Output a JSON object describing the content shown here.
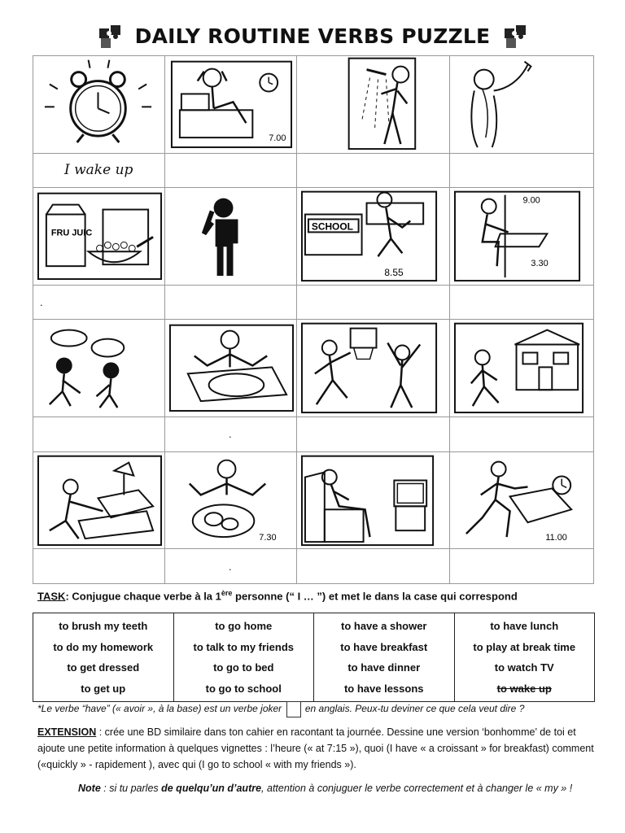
{
  "title": "DAILY ROUTINE VERBS PUZZLE",
  "icons": [
    "puzzle-icon",
    "puzzle-icon"
  ],
  "grid": {
    "rows": [
      {
        "pictures": [
          "alarm-clock",
          "waking-in-bed-7.00",
          "shower",
          "getting-dressed"
        ],
        "labels": [
          "I wake up",
          "",
          "",
          ""
        ],
        "clock_labels": [
          "",
          "7.00",
          "",
          ""
        ]
      },
      {
        "pictures": [
          "fruit-juice-cereal",
          "brushing-teeth",
          "walking-to-school",
          "lessons-at-desk"
        ],
        "labels": [
          ".",
          "",
          "",
          ""
        ],
        "clock_labels": [
          "",
          "",
          "8.55",
          "9.00 3.30"
        ],
        "sign_labels": [
          "FRU JUIC",
          "",
          "SCHOOL",
          ""
        ]
      },
      {
        "pictures": [
          "talking-friends",
          "having-lunch",
          "playing-basketball",
          "walking-home"
        ],
        "labels": [
          "",
          ".",
          "",
          ""
        ]
      },
      {
        "pictures": [
          "doing-homework",
          "having-dinner-7.30",
          "watching-tv",
          "going-to-bed-11.00"
        ],
        "labels": [
          "",
          ".",
          "",
          ""
        ],
        "clock_labels": [
          "",
          "7.30",
          "",
          "11.00"
        ]
      }
    ]
  },
  "task": {
    "label": "TASK",
    "text_a": ": Conjugue chaque verbe à la 1",
    "sup": "ère",
    "text_b": " personne (“ I … ”) et met le dans la case qui correspond"
  },
  "verbs": [
    [
      "to brush my teeth",
      "to do my homework",
      "to get dressed",
      "to get up"
    ],
    [
      "to go home",
      "to talk to my friends",
      "to go to bed",
      "to go to school"
    ],
    [
      "to have a shower",
      "to have breakfast",
      "to have dinner",
      "to have lessons"
    ],
    [
      "to have lunch",
      "to play at break time",
      "to watch TV",
      "to wake up"
    ]
  ],
  "note1": {
    "a": "*Le verbe “have” (« avoir », à la base) est un verbe joker",
    "b": "en anglais. Peux-tu deviner ce que cela veut dire ?"
  },
  "extension": {
    "label": "EXTENSION",
    "text": " : crée une BD similaire dans ton cahier en racontant ta journée. Dessine une version ‘bonhomme’ de toi et ajoute une petite information à quelques vignettes : l’heure (« at 7:15 »), quoi (I have « a croissant » for breakfast) comment («quickly » - rapidement ), avec qui (I go to school « with my friends »)."
  },
  "note2": {
    "label": "Note",
    "a": " : si tu parles ",
    "b": "de quelqu’un d’autre",
    "c": ", attention à conjuguer le verbe correctement et à changer le « my » !"
  }
}
